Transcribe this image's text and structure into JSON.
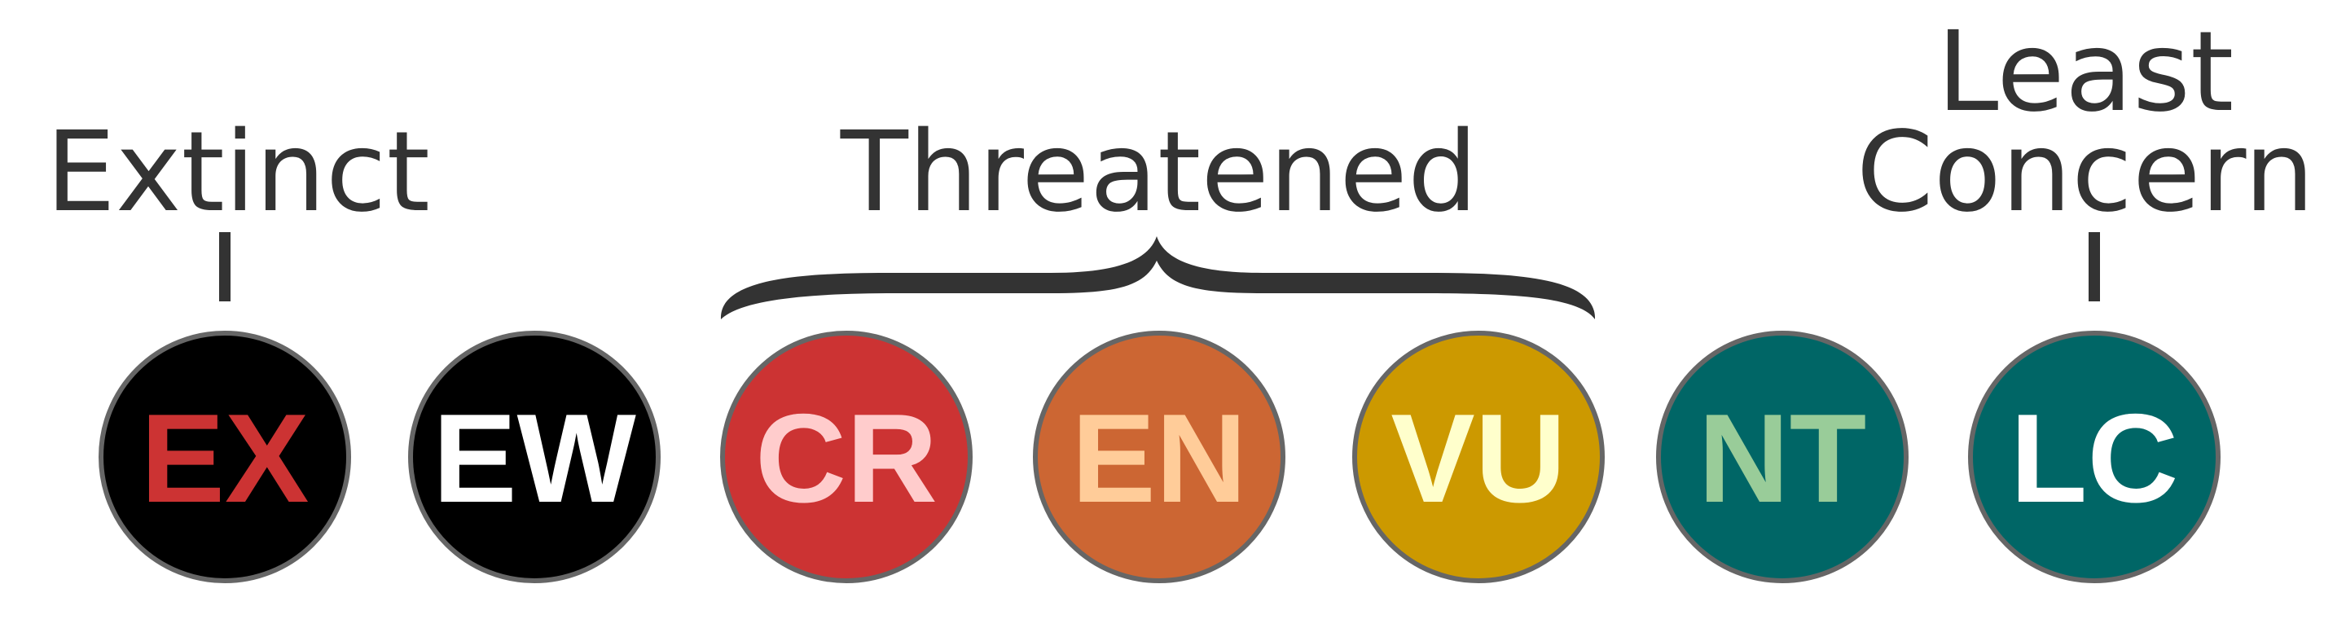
{
  "labels": {
    "extinct": "Extinct",
    "threatened": "Threatened",
    "least_concern_line1": "Least",
    "least_concern_line2": "Concern"
  },
  "categories": [
    {
      "code": "EX",
      "fill": "#000000",
      "text_color": "#cc3333"
    },
    {
      "code": "EW",
      "fill": "#000000",
      "text_color": "#ffffff"
    },
    {
      "code": "CR",
      "fill": "#cc3333",
      "text_color": "#ffcccc"
    },
    {
      "code": "EN",
      "fill": "#cc6633",
      "text_color": "#ffcc99"
    },
    {
      "code": "VU",
      "fill": "#cc9900",
      "text_color": "#ffffcc"
    },
    {
      "code": "NT",
      "fill": "#006666",
      "text_color": "#99cc99"
    },
    {
      "code": "LC",
      "fill": "#006666",
      "text_color": "#ffffff"
    }
  ],
  "colors": {
    "label": "#333333",
    "badge_border": "#666666",
    "brace": "#333333"
  }
}
